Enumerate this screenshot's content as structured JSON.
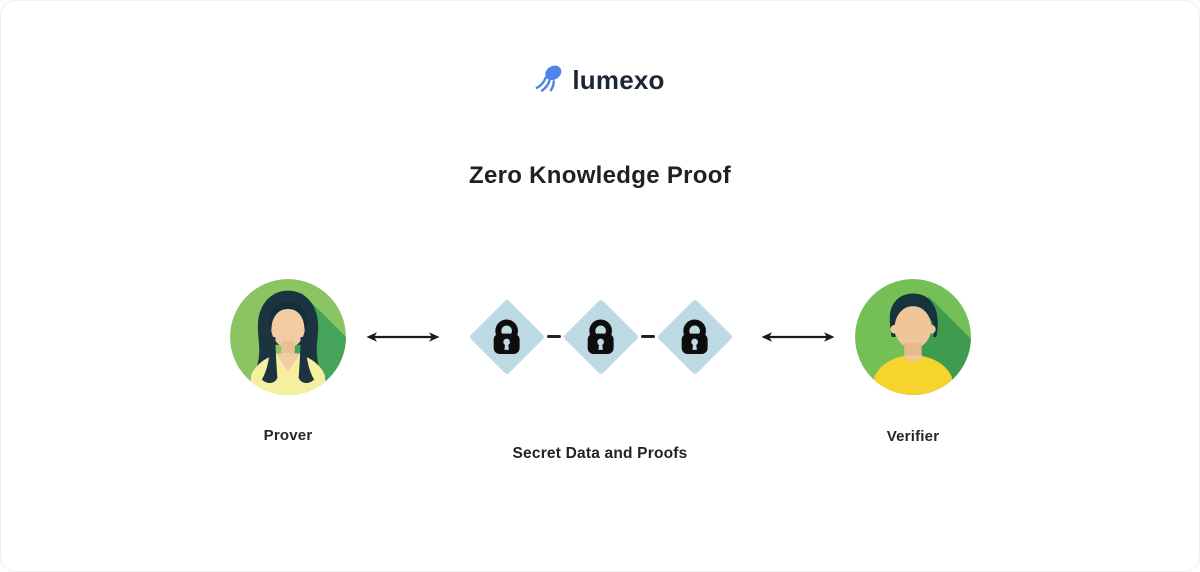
{
  "logo": {
    "text": "lumexo",
    "icon": "comet-icon",
    "icon_color": "#4f83ea",
    "text_color": "#1d2733"
  },
  "title": {
    "text": "Zero Knowledge Proof"
  },
  "actors": {
    "prover": {
      "label": "Prover"
    },
    "verifier": {
      "label": "Verifier"
    }
  },
  "chain": {
    "label": "Secret Data and Proofs",
    "lock_count": 3,
    "diamond_color": "#bcd9e4",
    "lock_color": "#0d0d0d",
    "connector_color": "#222222"
  },
  "arrows": {
    "type": "bidirectional",
    "color": "#1b1b1b"
  },
  "colors": {
    "prover_bg_light": "#8ac463",
    "prover_bg_shadow": "#46a35a",
    "verifier_bg_light": "#74c057",
    "verifier_bg_shadow": "#3f9c4e",
    "hair": "#1b3440",
    "skin": "#f2cda4",
    "prover_shirt": "#f6ef9f",
    "verifier_shirt": "#f6d42d",
    "title_text": "#212121"
  }
}
